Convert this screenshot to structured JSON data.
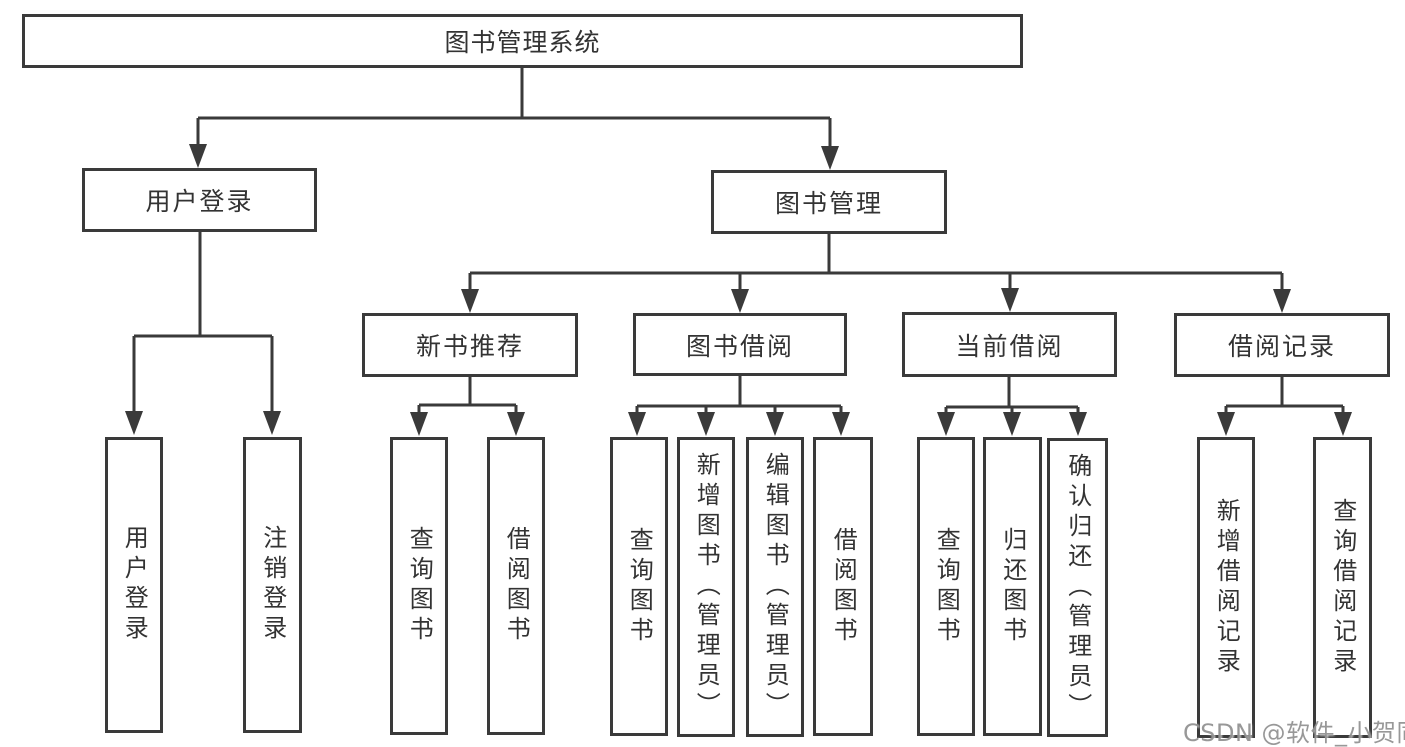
{
  "root": {
    "label": "图书管理系统"
  },
  "login": {
    "label": "用户登录",
    "children": [
      "用户登录",
      "注销登录"
    ]
  },
  "mgmt": {
    "label": "图书管理",
    "groups": [
      {
        "label": "新书推荐",
        "children": [
          "查询图书",
          "借阅图书"
        ]
      },
      {
        "label": "图书借阅",
        "children": [
          "查询图书",
          "新增图书（管理员）",
          "编辑图书（管理员）",
          "借阅图书"
        ]
      },
      {
        "label": "当前借阅",
        "children": [
          "查询图书",
          "归还图书",
          "确认归还（管理员）"
        ]
      },
      {
        "label": "借阅记录",
        "children": [
          "新增借阅记录",
          "查询借阅记录"
        ]
      }
    ]
  },
  "watermark": {
    "text": "CSDN @软件_小贺同学"
  },
  "colors": {
    "line": "#3A3A3A",
    "text": "#333333",
    "background": "#FFFFFF",
    "watermark": "#8F8F8F"
  }
}
